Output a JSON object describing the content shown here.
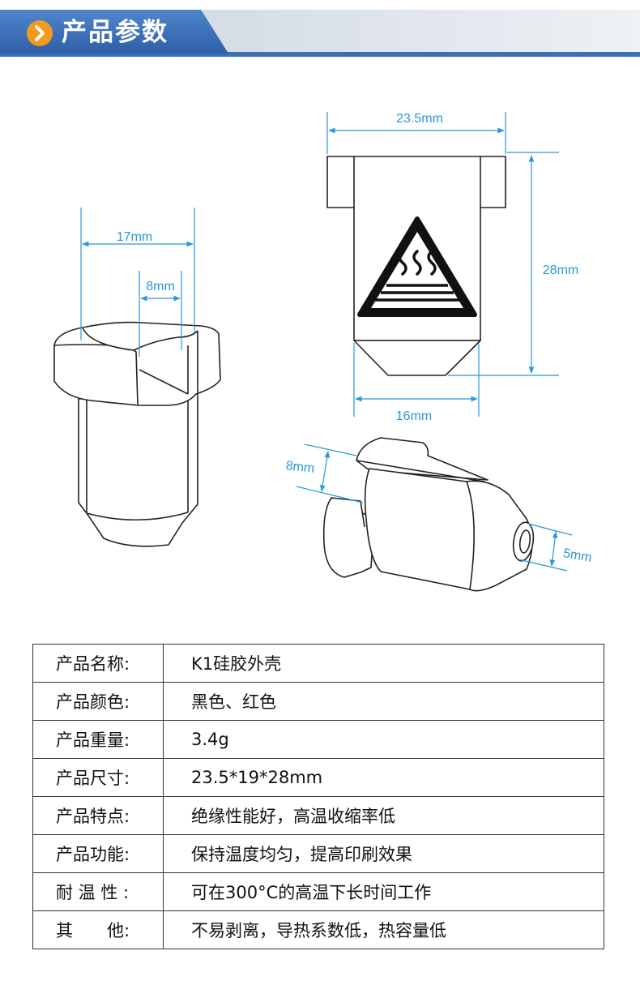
{
  "header": {
    "title": "产品参数",
    "icon": "chevron-right-icon",
    "colors": {
      "band": "#3c6fb6",
      "accent": "#f39a1e",
      "fade": "#dde3ec"
    }
  },
  "dimensions": {
    "top_width": "23.5mm",
    "height": "28mm",
    "bottom_width": "16mm",
    "left_width": "17mm",
    "left_slot": "8mm",
    "side_slot": "8mm",
    "nozzle_hole": "5mm",
    "dim_color": "#2a98d8"
  },
  "specs": [
    {
      "label": "产品名称:",
      "value": "K1硅胶外壳"
    },
    {
      "label": "产品颜色:",
      "value": "黑色、红色"
    },
    {
      "label": "产品重量:",
      "value": "3.4g"
    },
    {
      "label": "产品尺寸:",
      "value": "23.5*19*28mm"
    },
    {
      "label": "产品特点:",
      "value": "绝缘性能好，高温收缩率低"
    },
    {
      "label": "产品功能:",
      "value": "保持温度均匀，提高印刷效果"
    },
    {
      "label": "耐 温 性 :",
      "value": "可在300°C的高温下长时间工作"
    },
    {
      "label": "其　　他:",
      "value": "不易剥离，导热系数低，热容量低"
    }
  ]
}
